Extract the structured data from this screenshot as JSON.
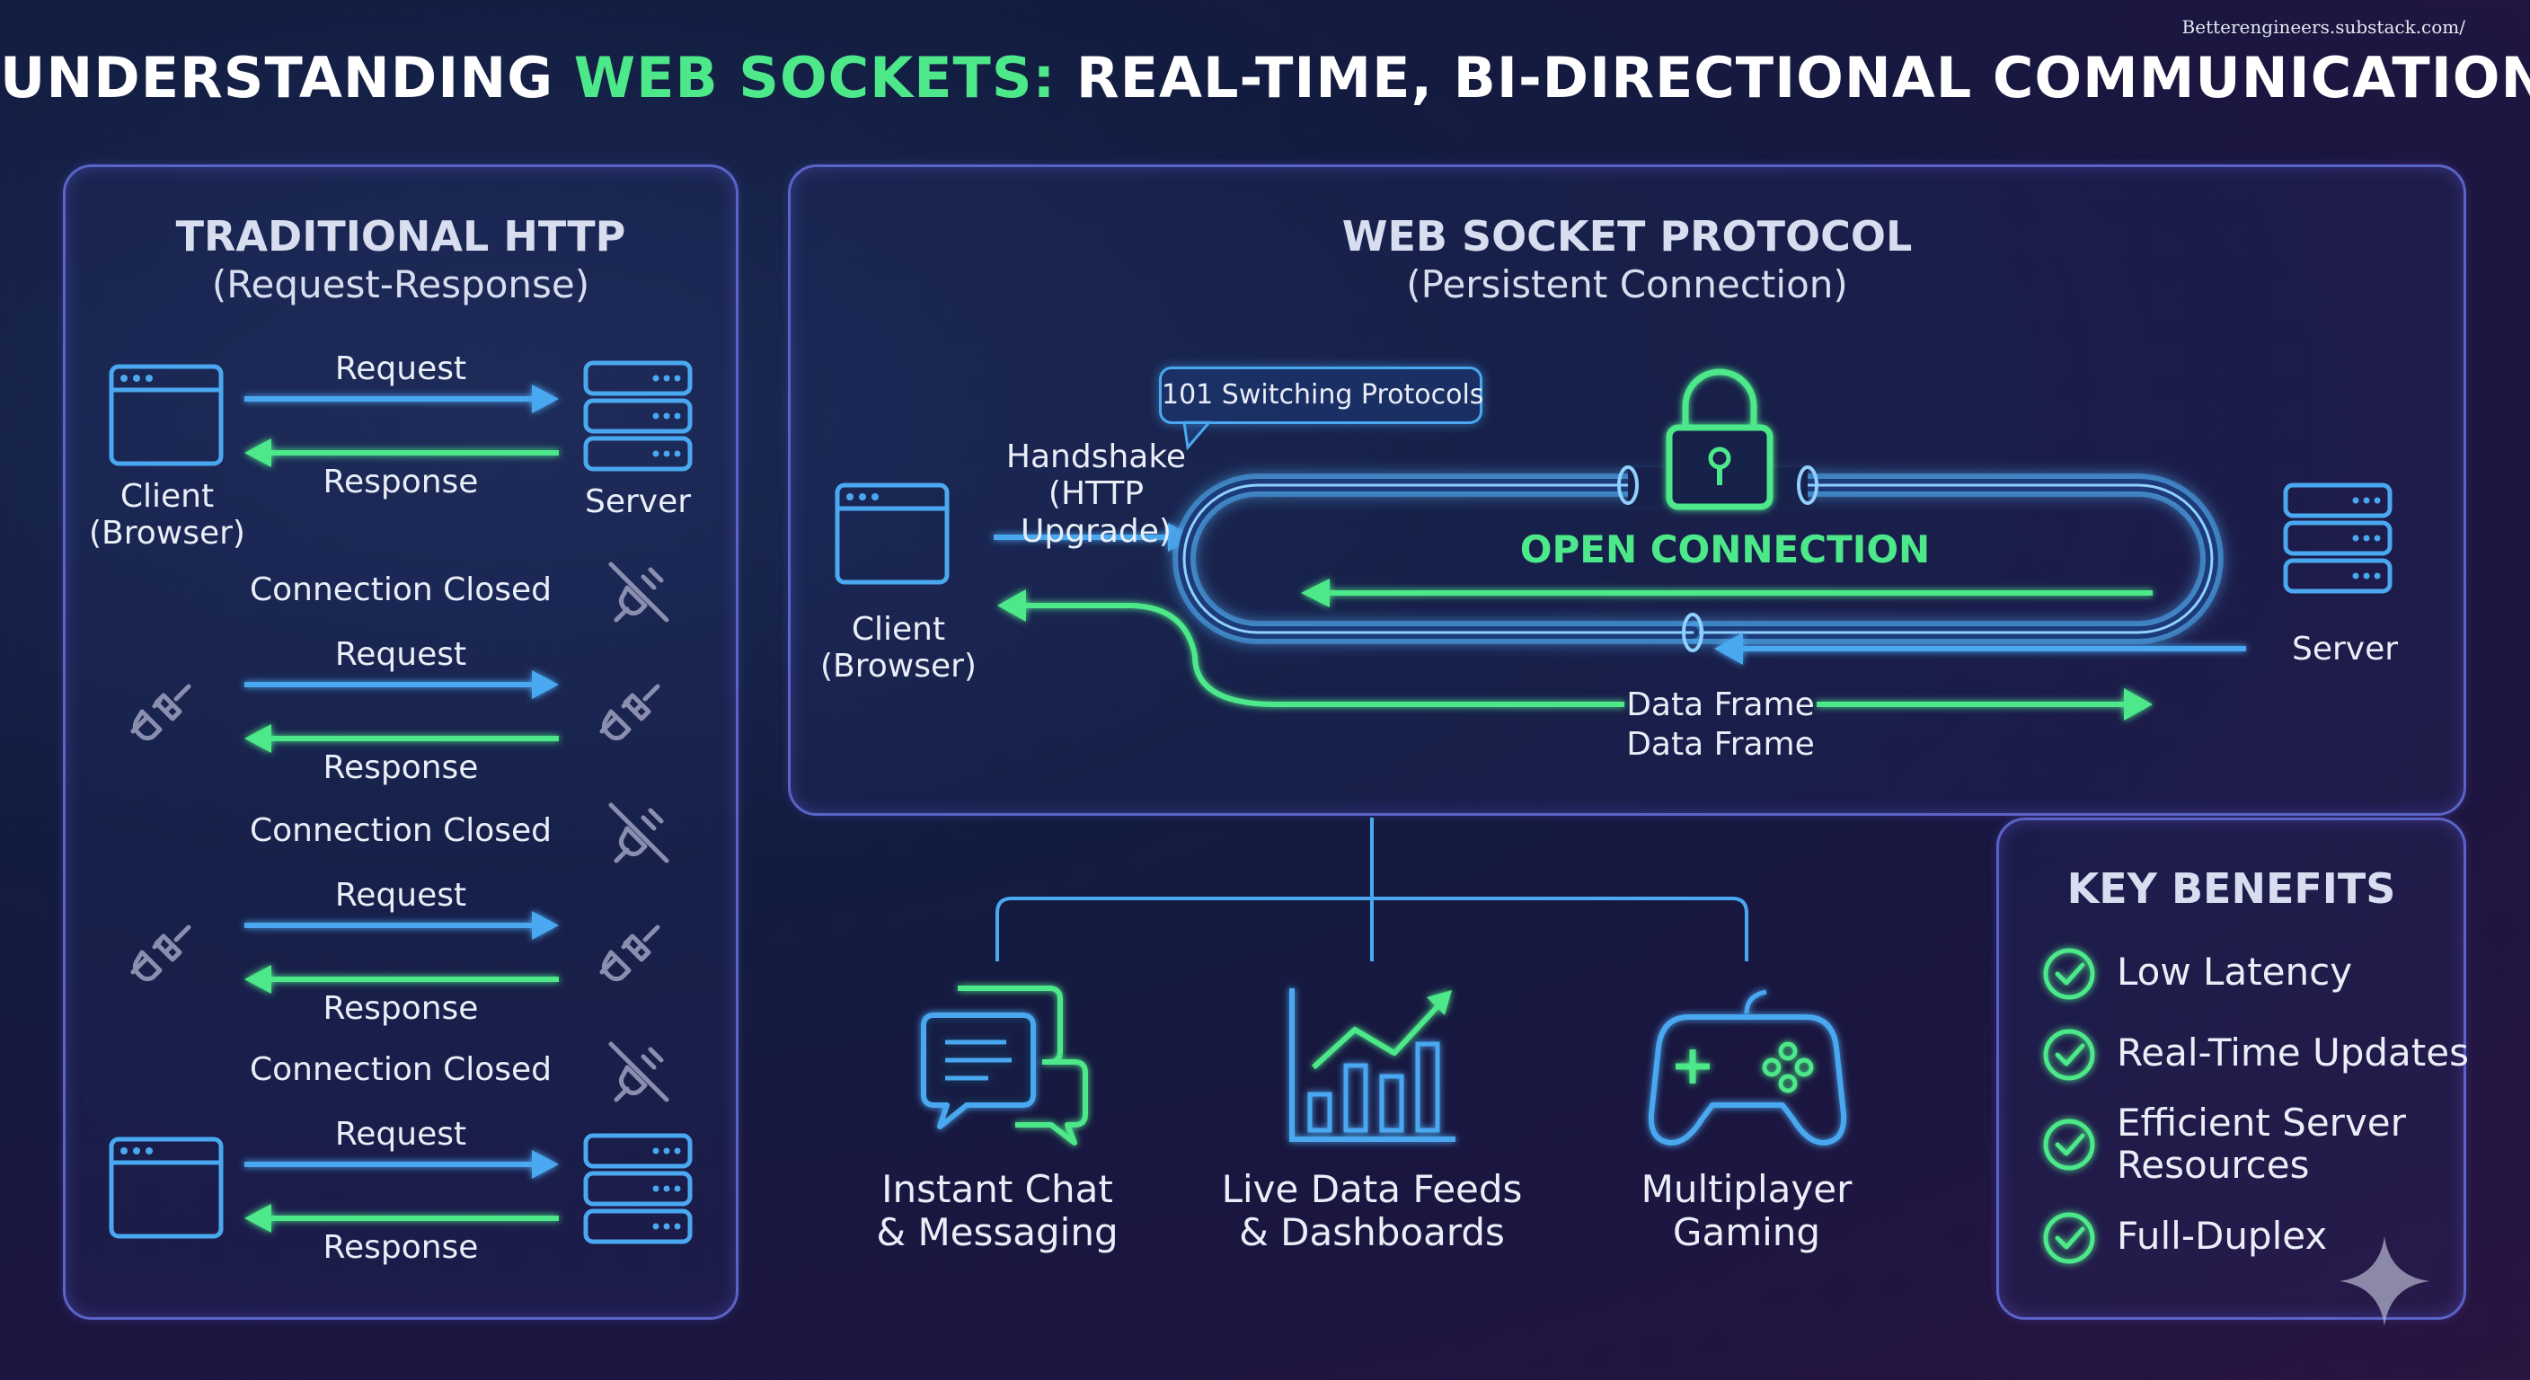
{
  "source": "Betterengineers.substack.com/",
  "title": {
    "part1": "UNDERSTANDING ",
    "highlight": "WEB SOCKETS:",
    "part2": " REAL-TIME, BI-DIRECTIONAL COMMUNICATION"
  },
  "http": {
    "title": "TRADITIONAL HTTP",
    "subtitle": "(Request-Response)",
    "client_label": "Client\n(Browser)",
    "server_label": "Server",
    "request": "Request",
    "response": "Response",
    "closed": "Connection Closed"
  },
  "ws": {
    "title": "WEB SOCKET PROTOCOL",
    "subtitle": "(Persistent Connection)",
    "switching": "101 Switching Protocols",
    "handshake": "Handshake\n(HTTP Upgrade)",
    "open": "OPEN CONNECTION",
    "client_label": "Client\n(Browser)",
    "server_label": "Server",
    "frame1": "Data Frame",
    "frame2": "Data Frame"
  },
  "uses": [
    {
      "label": "Instant Chat\n& Messaging",
      "icon": "chat-icon"
    },
    {
      "label": "Live Data Feeds\n& Dashboards",
      "icon": "chart-icon"
    },
    {
      "label": "Multiplayer\nGaming",
      "icon": "gamepad-icon"
    }
  ],
  "benefits": {
    "title": "KEY BENEFITS",
    "items": [
      "Low Latency",
      "Real-Time Updates",
      "Efficient Server\nResources",
      "Full-Duplex"
    ]
  },
  "colors": {
    "blue": "#4aa8f0",
    "green": "#4de88a",
    "border": "#5a64c8",
    "gray": "#8a8fb0"
  }
}
